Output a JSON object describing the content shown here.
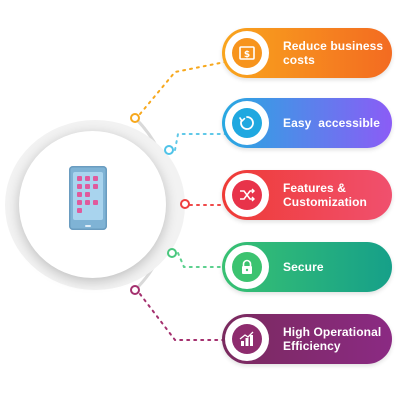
{
  "features": [
    {
      "label_line1": "Reduce business",
      "label_line2": "costs",
      "icon": "money-icon",
      "color": "#f7941d",
      "gradient": [
        "#f9a51d",
        "#f36b21"
      ]
    },
    {
      "label_line1": "Easy  accessible",
      "label_line2": "",
      "icon": "refresh-icon",
      "color": "#1fa8e0",
      "gradient": [
        "#27a9e1",
        "#8b5cf6"
      ]
    },
    {
      "label_line1": "Features &",
      "label_line2": "Customization",
      "icon": "shuffle-icon",
      "color": "#e8334a",
      "gradient": [
        "#ef3b36",
        "#f0506e"
      ]
    },
    {
      "label_line1": "Secure",
      "label_line2": "",
      "icon": "lock-icon",
      "color": "#3cc370",
      "gradient": [
        "#38c172",
        "#16a089"
      ]
    },
    {
      "label_line1": "High Operational",
      "label_line2": "Efficiency",
      "icon": "growth-chart-icon",
      "color": "#8e2c6e",
      "gradient": [
        "#7a2a5e",
        "#8b2a83"
      ]
    }
  ]
}
